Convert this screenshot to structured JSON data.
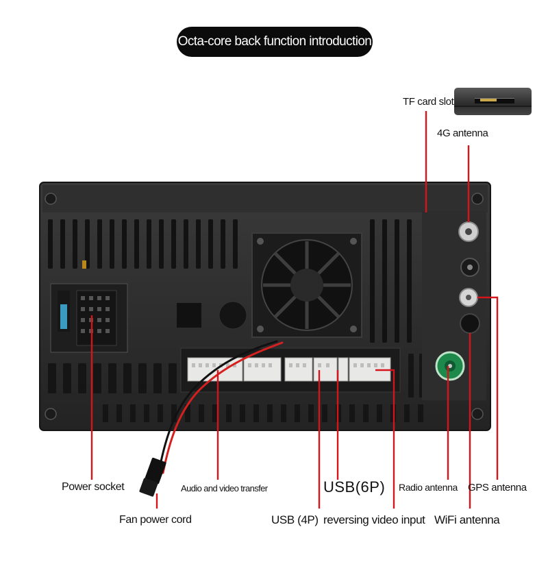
{
  "title": "Octa-core back function introduction",
  "labels": {
    "tf_card_slot": "TF card slot",
    "antenna_4g": "4G antenna",
    "power_socket": "Power socket",
    "audio_video_transfer": "Audio and video transfer",
    "usb_6p": "USB(6P)",
    "radio_antenna": "Radio antenna",
    "gps_antenna": "GPS antenna",
    "fan_power_cord": "Fan power cord",
    "usb_4p": "USB (4P)",
    "reversing_video_input": "reversing video input",
    "wifi_antenna": "WiFi antenna"
  },
  "colors": {
    "pointer": "#d4151c",
    "panel": "#2a2a2a",
    "green_port": "#1f9a55"
  }
}
